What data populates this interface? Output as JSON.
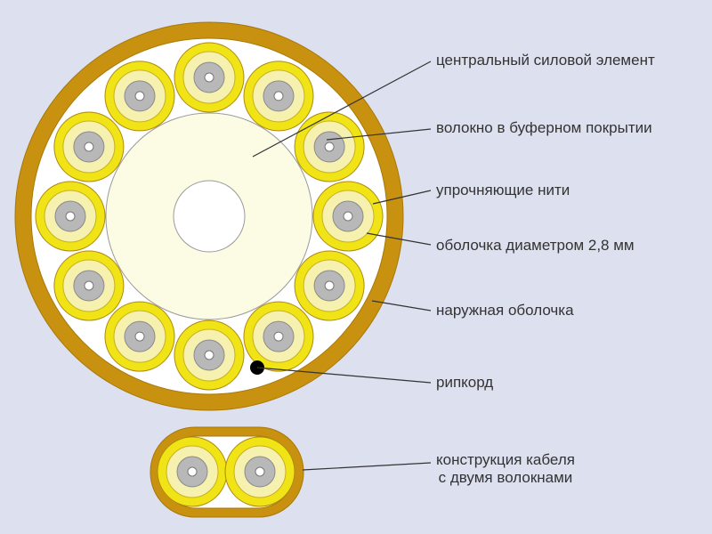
{
  "colors": {
    "background": "#dde0ef",
    "outer_jacket": "#c89210",
    "yarn_fill": "#ffffff",
    "central_member": "#fcfbe4",
    "buffer_ring": "#f0e416",
    "buffer_outline": "#b08a10",
    "fiber_core": "#b8b8b8",
    "ripcord": "#000000",
    "leader_line": "#333333"
  },
  "labels": {
    "central_member": "центральный силовой элемент",
    "buffered_fiber": "волокно в буферном покрытии",
    "aramid_yarn": "упрочняющие нити",
    "subunit_jacket": "оболочка диаметром 2,8 мм",
    "outer_jacket": "наружная оболочка",
    "ripcord": "рипкорд",
    "duplex_line1": "конструкция кабеля",
    "duplex_line2": "с двумя волокнами"
  }
}
